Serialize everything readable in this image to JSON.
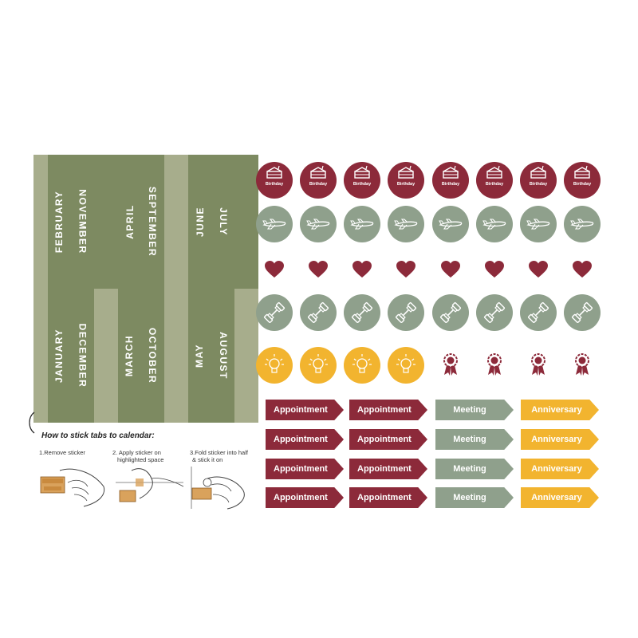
{
  "months": {
    "top": [
      {
        "left": "FEBRUARY",
        "right": "NOVEMBER"
      },
      {
        "left": "APRIL",
        "right": "SEPTEMBER"
      },
      {
        "left": "JUNE",
        "right": "JULY"
      }
    ],
    "bottom": [
      {
        "left": "JANUARY",
        "right": "DECEMBER"
      },
      {
        "left": "MARCH",
        "right": "OCTOBER"
      },
      {
        "left": "MAY",
        "right": "AUGUST"
      }
    ]
  },
  "stickers": {
    "birthday_label": "Birthday",
    "rows": [
      {
        "icon": "birthday-cake-icon",
        "color": "#8c2a3a",
        "count": 8
      },
      {
        "icon": "airplane-icon",
        "color": "#8fa08c",
        "count": 8
      },
      {
        "icon": "heart-icon",
        "color": "#8c2a3a",
        "count": 8
      },
      {
        "icon": "dumbbell-icon",
        "color": "#8fa08c",
        "count": 8
      },
      {
        "icon": "lightbulb-icon",
        "color": "#f2b42f",
        "count": 4
      },
      {
        "icon": "award-ribbon-icon",
        "color": "#8c2a3a",
        "count": 4
      }
    ]
  },
  "tabs": {
    "appointment": "Appointment",
    "meeting": "Meeting",
    "anniversary": "Anniversary",
    "colors": {
      "appointment": "#8c2a3a",
      "meeting": "#8fa08c",
      "anniversary": "#f2b42f"
    }
  },
  "instructions": {
    "title": "How to stick tabs to calendar:",
    "step1": "1.Remove sticker",
    "step2a": "2. Apply sticker on",
    "step2b": "highlighted space",
    "step3a": "3.Fold sticker into half",
    "step3b": "& stick it on"
  }
}
